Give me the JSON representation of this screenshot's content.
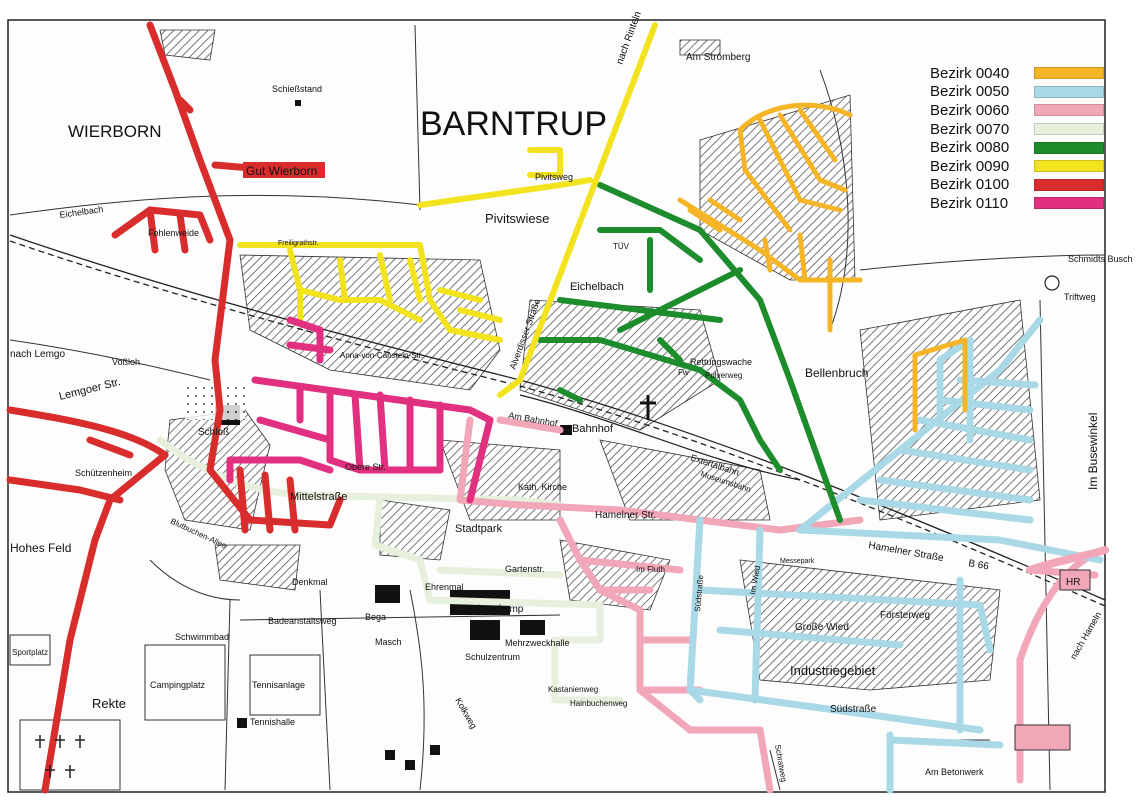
{
  "map": {
    "town_title": "BARNTRUP",
    "places": {
      "wierborn": "WIERBORN",
      "gut_wierborn": "Gut Wierborn",
      "schiessstand": "Schießstand",
      "fohlenweide": "Fohlenweide",
      "eichelbach_west": "Eichelbach",
      "pivitsweg": "Pivitsweg",
      "pivitswiese": "Pivitswiese",
      "am_stromberg": "Am Stromberg",
      "nach_rinteln": "nach Rinteln",
      "schmidts_busch": "Schmidts Busch",
      "triftweg": "Triftweg",
      "eichelbach_east": "Eichelbach",
      "tuev": "TÜV",
      "rettungswache": "Rettungswache",
      "pulverweg": "Pulverweg",
      "fw": "Fw",
      "bellenbruch": "Bellenbruch",
      "im_busewinkel": "Im Busewinkel",
      "anna_von_canstein": "Anna-von-Canstein-Str.",
      "vossloh": "Voßloh",
      "nach_lemgo": "nach Lemgo",
      "lemgoer_str": "Lemgoer Str.",
      "schloss": "Schloß",
      "bahnhof": "Bahnhof",
      "am_bahnhof": "Am Bahnhof",
      "oberestr": "Obere Str.",
      "mittelstrasse": "Mittelstraße",
      "kath_kirche": "Kath. Kirche",
      "hamelner_str": "Hamelner Str.",
      "hamelner_strasse_b66": "Hamelner Straße",
      "b66": "B 66",
      "extertalbahn": "Extertalbahn",
      "museumsbahn": "Museumsbahn",
      "stadtpark": "Stadtpark",
      "denkmal": "Denkmal",
      "ehrenmal": "Ehrenmal",
      "holstenkamp": "Holstenkamp",
      "mehrzweckhalle": "Mehrzweckhalle",
      "schulzentrum": "Schulzentrum",
      "badeanstaltsweg": "Badeanstaltsweg",
      "bega": "Bega",
      "schwimmbad": "Schwimmbad",
      "campingplatz": "Campingplatz",
      "tennisanlage": "Tennisanlage",
      "tennishalle": "Tennishalle",
      "masch": "Masch",
      "kolkweg": "Kolkweg",
      "rekte": "Rekte",
      "hohes_feld": "Hohes Feld",
      "sportplatz": "Sportplatz",
      "industriegebiet": "Industriegebiet",
      "grosse_wied": "Große Wied",
      "foersterweg": "Försterweg",
      "suedstrasse": "Südstraße",
      "am_betonwerk": "Am Betonwerk",
      "nach_hameln": "nach Hameln",
      "kastanienweg": "Kastanienweg",
      "hainbuchenweg": "Hainbuchenweg",
      "gartenstr": "Gartenstr.",
      "am_fluth": "Im Fluth",
      "alverdisser_strasse": "Alverdisser Straße",
      "schuetzenheim": "Schützenheim",
      "blutbuchen_allee": "Blutbuchen-Allee",
      "suedstrasse_n": "Südstraße",
      "im_wied": "Im Wied",
      "schratweg": "Schratweg",
      "messepark": "Messepark",
      "hr": "HR",
      "freiligrathstr": "Freiligrathstr."
    }
  },
  "legend": {
    "entries": [
      {
        "label": "Bezirk 0040",
        "color": "#f6b526"
      },
      {
        "label": "Bezirk 0050",
        "color": "#a9d8e6"
      },
      {
        "label": "Bezirk 0060",
        "color": "#f1a7b8"
      },
      {
        "label": "Bezirk 0070",
        "color": "#e6f0dc"
      },
      {
        "label": "Bezirk 0080",
        "color": "#1c8c2c"
      },
      {
        "label": "Bezirk 0090",
        "color": "#f2e31e"
      },
      {
        "label": "Bezirk 0100",
        "color": "#d92d2d"
      },
      {
        "label": "Bezirk 0110",
        "color": "#e0307f"
      }
    ]
  }
}
